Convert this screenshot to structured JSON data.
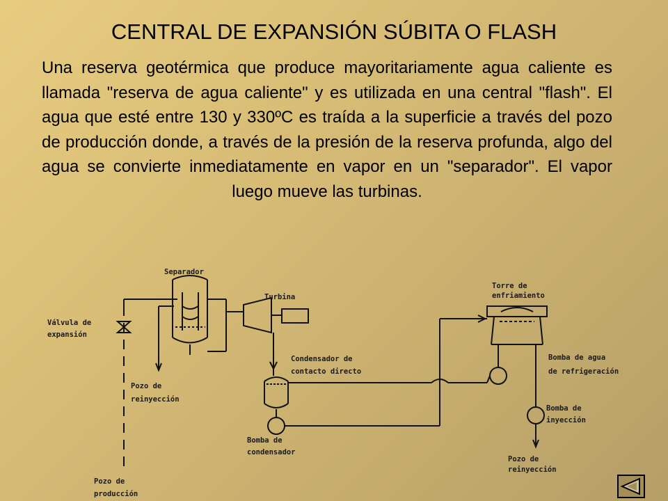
{
  "slide": {
    "title": "CENTRAL DE EXPANSIÓN SÚBITA O FLASH",
    "body": "Una reserva geotérmica que produce mayoritariamente agua caliente es llamada \"reserva de agua caliente\" y es utilizada en una central \"flash\". El agua que esté entre 130 y 330ºC es traída a la superficie a través del pozo de producción donde, a través de la presión de la reserva profunda, algo del agua se convierte inmediatamente en vapor en un \"separador\". El vapor luego mueve las turbinas."
  },
  "diagram": {
    "labels": {
      "separador": "Separador",
      "turbina": "Turbina",
      "valvula_1": "Válvula de",
      "valvula_2": "expansión",
      "pozo_reiny_1": "Pozo de",
      "pozo_reiny_2": "reinyección",
      "condensador_1": "Condensador de",
      "condensador_2": "contacto directo",
      "torre_1": "Torre de",
      "torre_2": "enfriamiento",
      "bomba_agua_1": "Bomba de agua",
      "bomba_agua_2": "de refrigeración",
      "bomba_iny_1": "Bomba de",
      "bomba_iny_2": "inyección",
      "pozo_reiny2_1": "Pozo de",
      "pozo_reiny2_2": "reinyección",
      "bomba_cond_1": "Bomba de",
      "bomba_cond_2": "condensador",
      "pozo_prod_1": "Pozo de",
      "pozo_prod_2": "producción"
    }
  },
  "nav": {
    "back_icon": "back-triangle-icon"
  },
  "colors": {
    "background": "#d8bd76",
    "button": "#a38e55",
    "button_icon": "#d2bfa0"
  }
}
